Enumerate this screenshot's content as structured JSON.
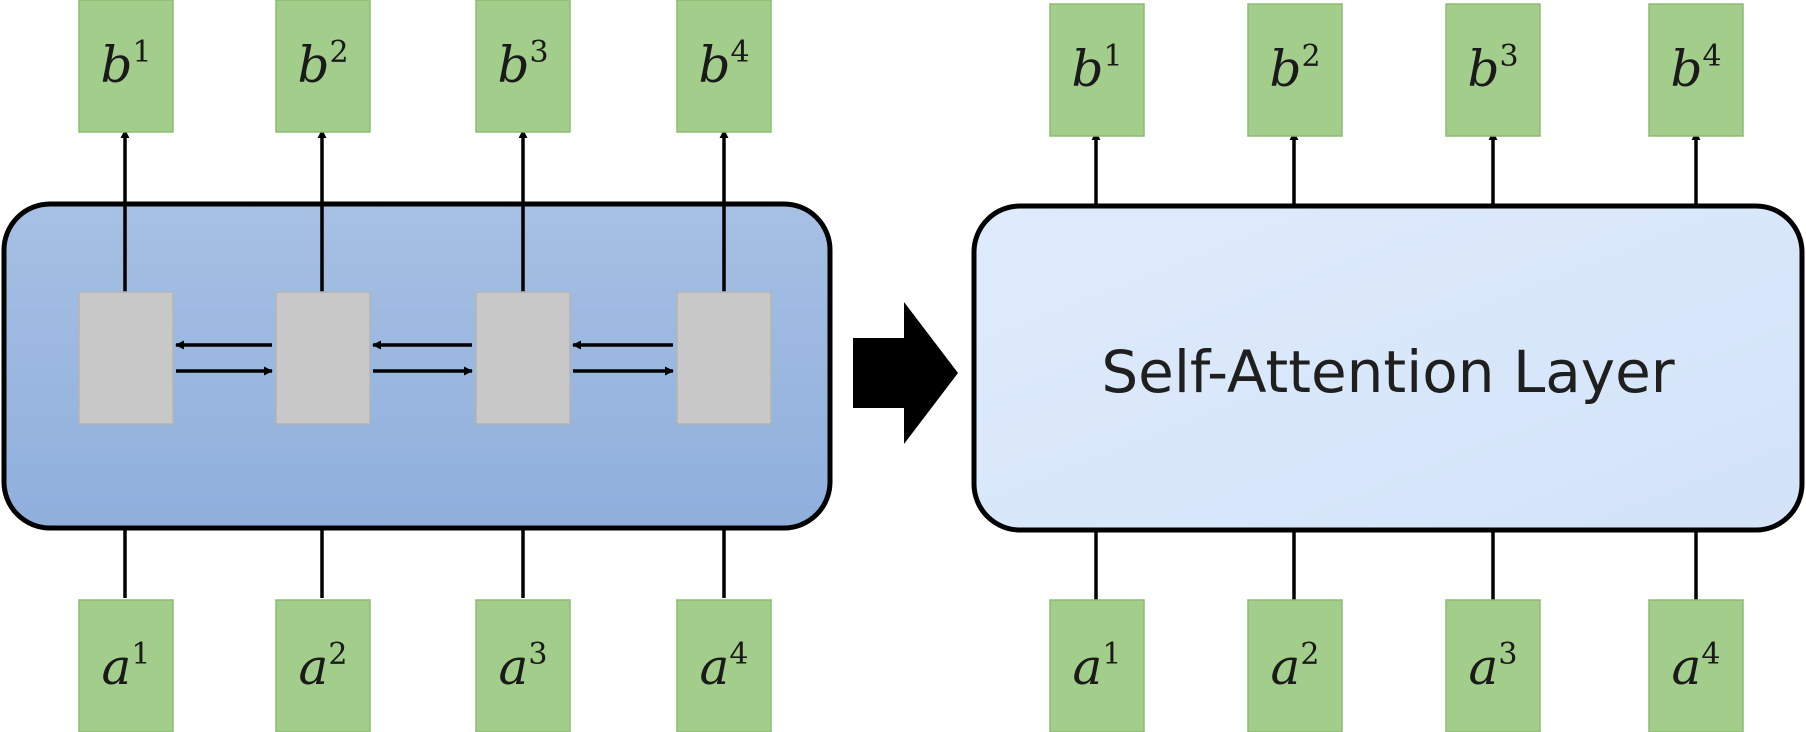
{
  "inputs": [
    {
      "base": "a",
      "sup": "1"
    },
    {
      "base": "a",
      "sup": "2"
    },
    {
      "base": "a",
      "sup": "3"
    },
    {
      "base": "a",
      "sup": "4"
    }
  ],
  "outputs": [
    {
      "base": "b",
      "sup": "1"
    },
    {
      "base": "b",
      "sup": "2"
    },
    {
      "base": "b",
      "sup": "3"
    },
    {
      "base": "b",
      "sup": "4"
    }
  ],
  "self_attention": {
    "label": "Self-Attention Layer"
  },
  "colors": {
    "token_fill": "#a3cd8a",
    "rnn_container": "#9ab6df",
    "rnn_cell": "#c8c8c8",
    "attention_container": "#dae8fb",
    "stroke": "#000000"
  }
}
